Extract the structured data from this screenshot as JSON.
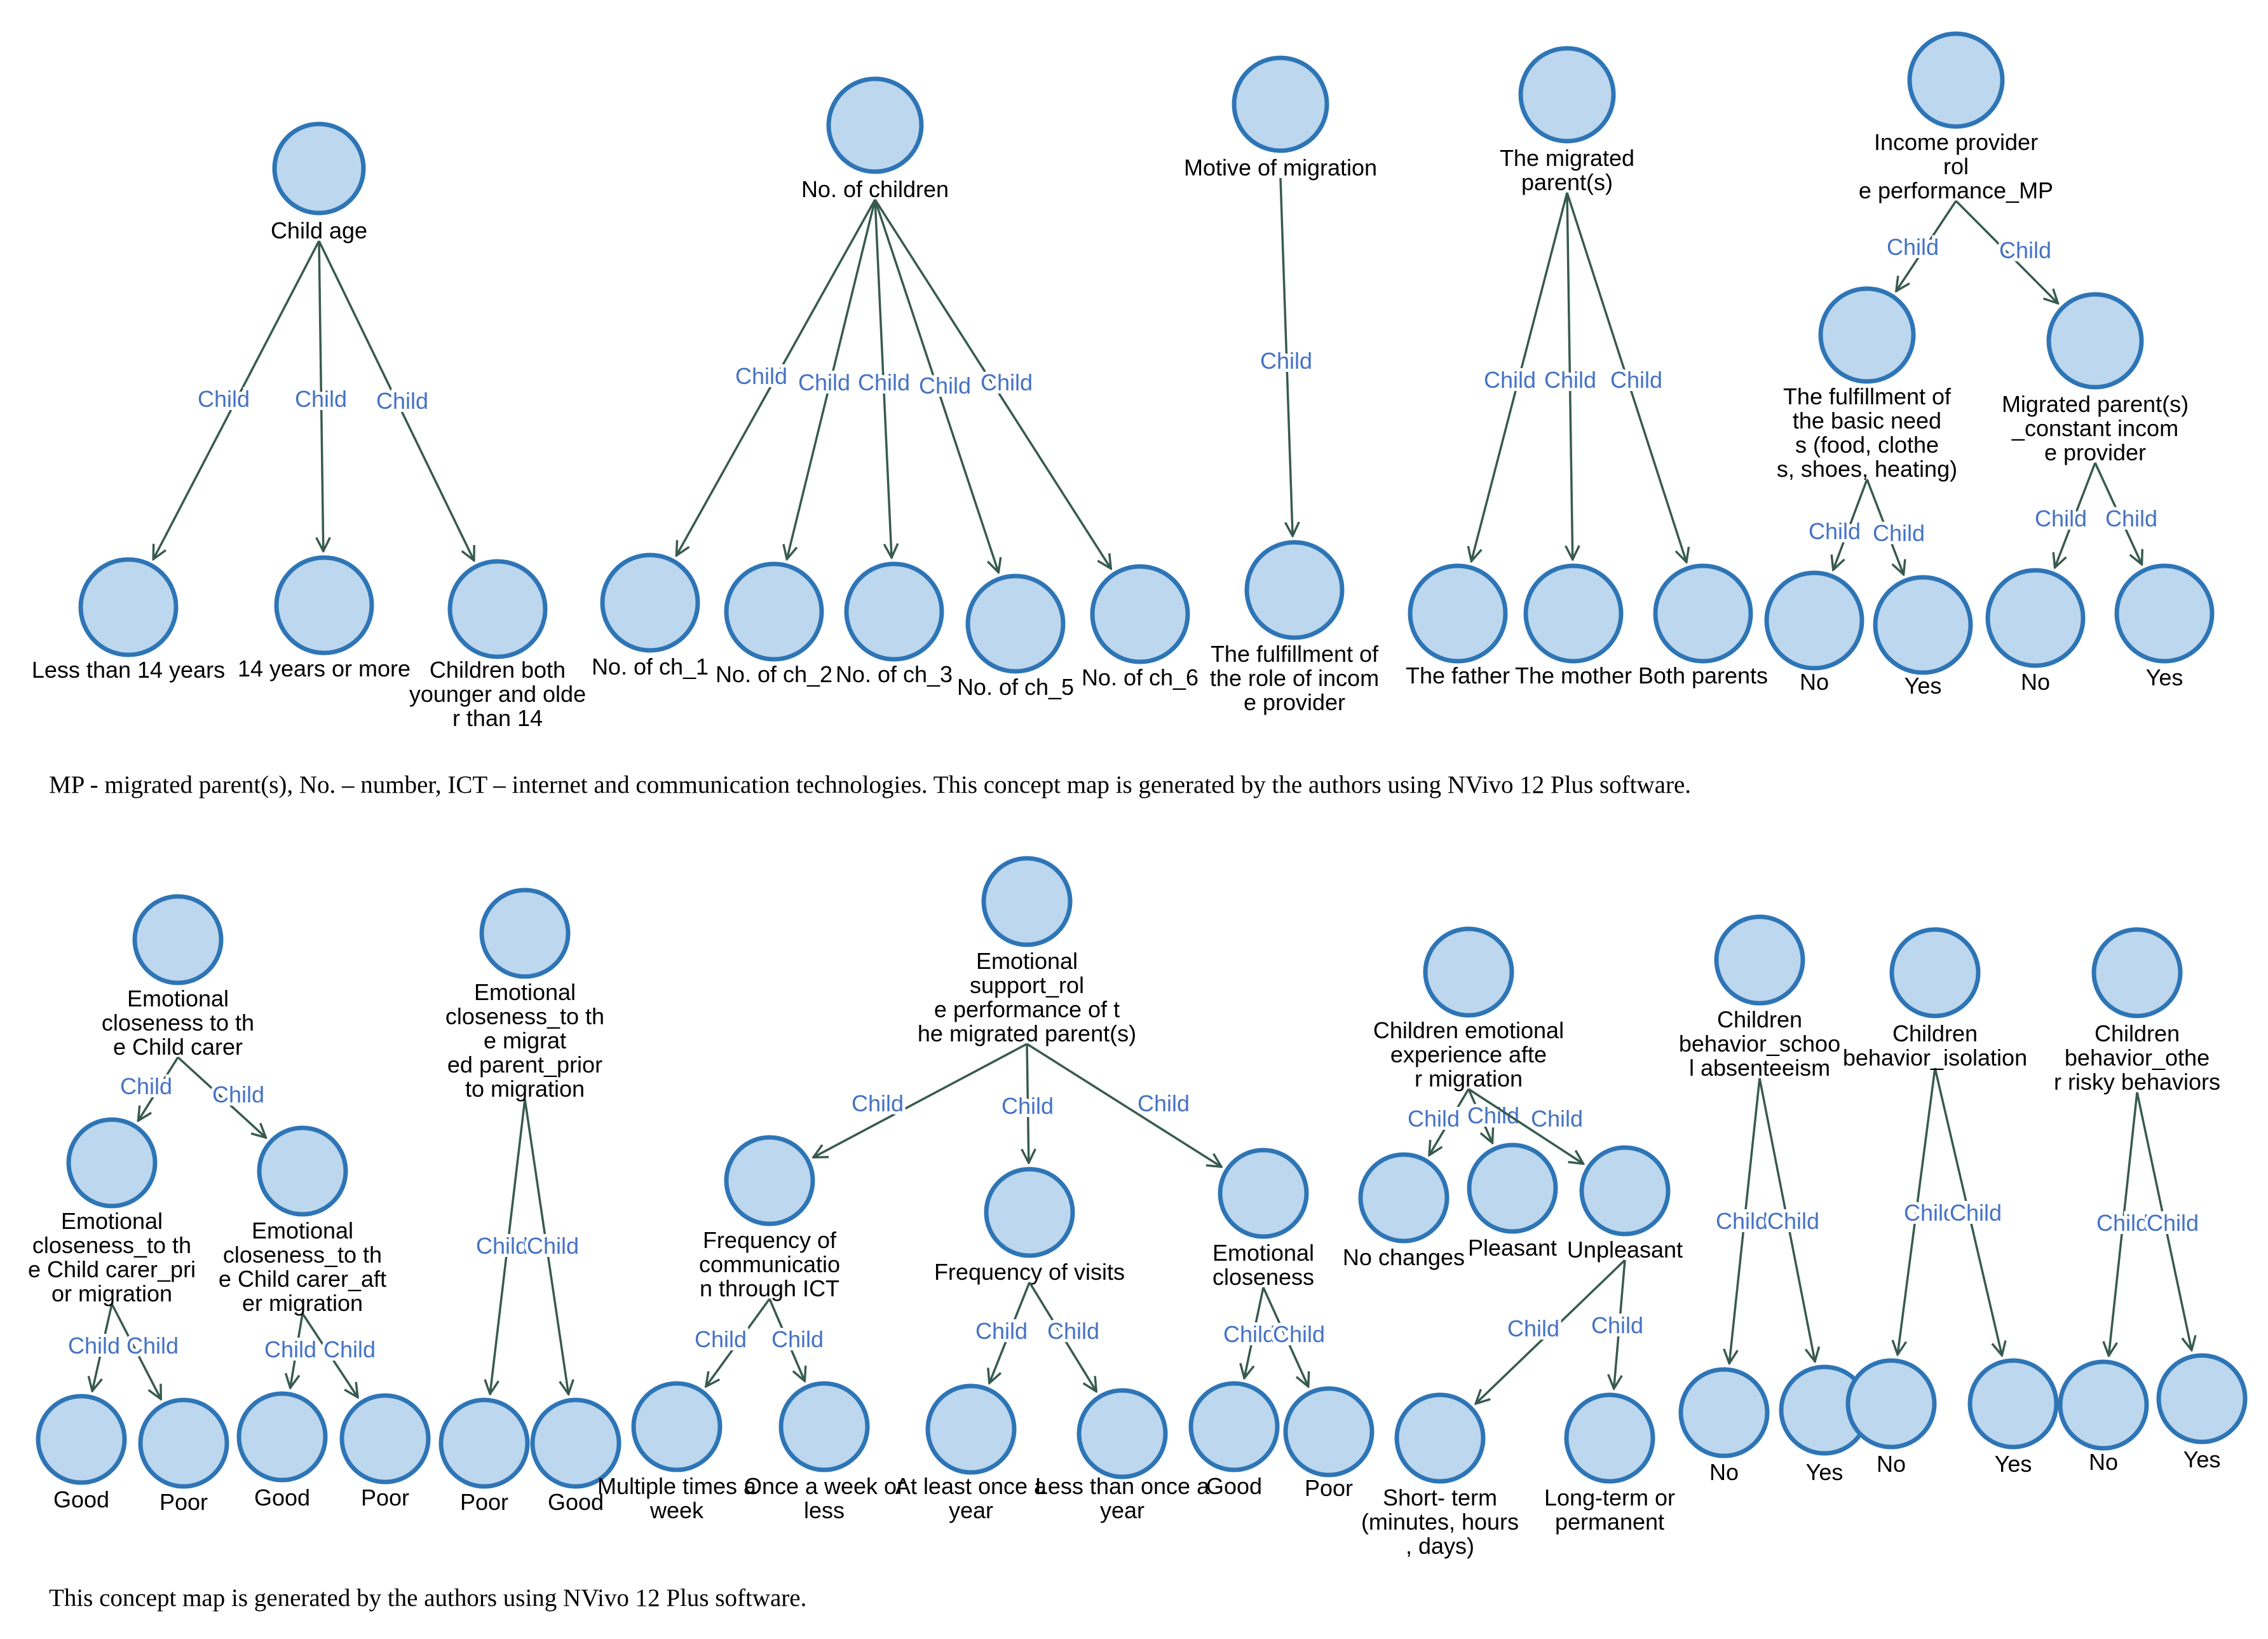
{
  "edge_label": "Child",
  "captions": {
    "top": "MP - migrated parent(s), No. – number, ICT – internet and communication technologies. This concept map is generated by the authors using NVivo 12 Plus software.",
    "bottom": "This concept map is generated by the authors using NVivo 12 Plus software."
  },
  "nodes": {
    "child_age": "Child age",
    "lt14": "Less than 14 years",
    "ge14": "14 years or more",
    "both_ages": "Children both younger and older than 14",
    "no_children": "No. of children",
    "ch1": "No. of ch_1",
    "ch2": "No. of ch_2",
    "ch3": "No. of ch_3",
    "ch5": "No. of ch_5",
    "ch6": "No. of ch_6",
    "motive": "Motive of migration",
    "income_role": "The fulfillment of the role of income provider",
    "migrated_parents": "The migrated parent(s)",
    "father": "The father",
    "mother": "The mother",
    "both_parents": "Both parents",
    "income_provider": "Income provider role performance_MP",
    "basic_needs": "The fulfillment of the basic needs (food, clothes, shoes, heating)",
    "basic_no": "No",
    "basic_yes": "Yes",
    "constant_income": "Migrated parent(s) _constant income provider",
    "constant_no": "No",
    "constant_yes": "Yes",
    "close_carer": "Emotional closeness to the Child carer",
    "close_prior": "Emotional closeness_to the Child carer_prior migration",
    "prior_good": "Good",
    "prior_poor": "Poor",
    "close_after": "Emotional closeness_to the Child carer_after migration",
    "after_good": "Good",
    "after_poor": "Poor",
    "close_mp_prior": "Emotional closeness_to the migrated parent_prior to migration",
    "mp_prior_poor": "Poor",
    "mp_prior_good": "Good",
    "emo_support": "Emotional support_role performance of the migrated parent(s)",
    "freq_comm": "Frequency of communication through ICT",
    "comm_multi": "Multiple times a week",
    "comm_once": "Once a week or less",
    "freq_visits": "Frequency of visits",
    "visit_least": "At least once a year",
    "visit_less": "Less than once a year",
    "emo_close": "Emotional closeness",
    "emo_good": "Good",
    "emo_poor": "Poor",
    "emo_exp": "Children emotional experience after migration",
    "no_changes": "No changes",
    "pleasant": "Pleasant",
    "unpleasant": "Unpleasant",
    "short_term": "Short- term (minutes, hours, days)",
    "long_term": "Long-term or permanent",
    "absent": "Children behavior_school absenteeism",
    "absent_no": "No",
    "absent_yes": "Yes",
    "isolation": "Children behavior_isolation",
    "isol_no": "No",
    "isol_yes": "Yes",
    "risky": "Children behavior_other risky behaviors",
    "risky_no": "No",
    "risky_yes": "Yes"
  }
}
